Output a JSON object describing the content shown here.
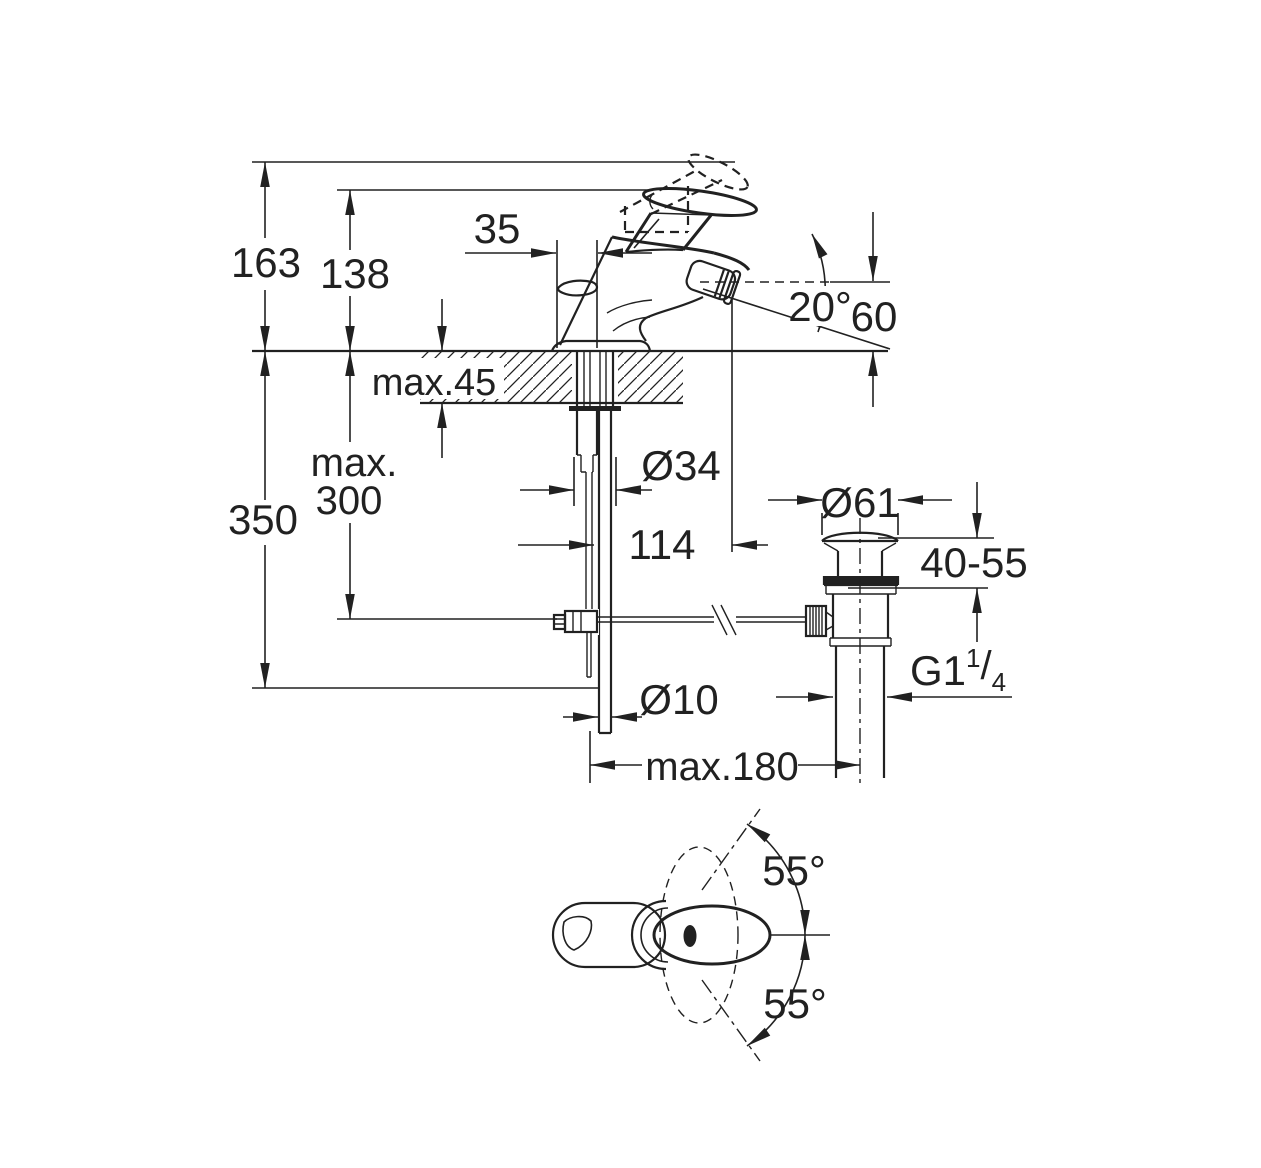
{
  "labels": {
    "height_total": "163",
    "height_inner": "138",
    "offset_front": "35",
    "spout_angle": "20°",
    "spout_height": "60",
    "deck_thickness": "max.45",
    "riser_max_line1": "max.",
    "riser_max_line2": "300",
    "riser_total": "350",
    "shank_diameter": "Ø34",
    "spout_reach": "114",
    "waste_flange_diameter": "Ø61",
    "waste_clamp_range": "40-55",
    "thread_g": "G1",
    "thread_sup": "1",
    "thread_slash": "/",
    "thread_sub": "4",
    "rod_diameter": "Ø10",
    "waste_offset": "max.180",
    "swivel_angle_top": "55°",
    "swivel_angle_bottom": "55°"
  },
  "colors": {
    "line": "#212121",
    "background": "#ffffff"
  }
}
